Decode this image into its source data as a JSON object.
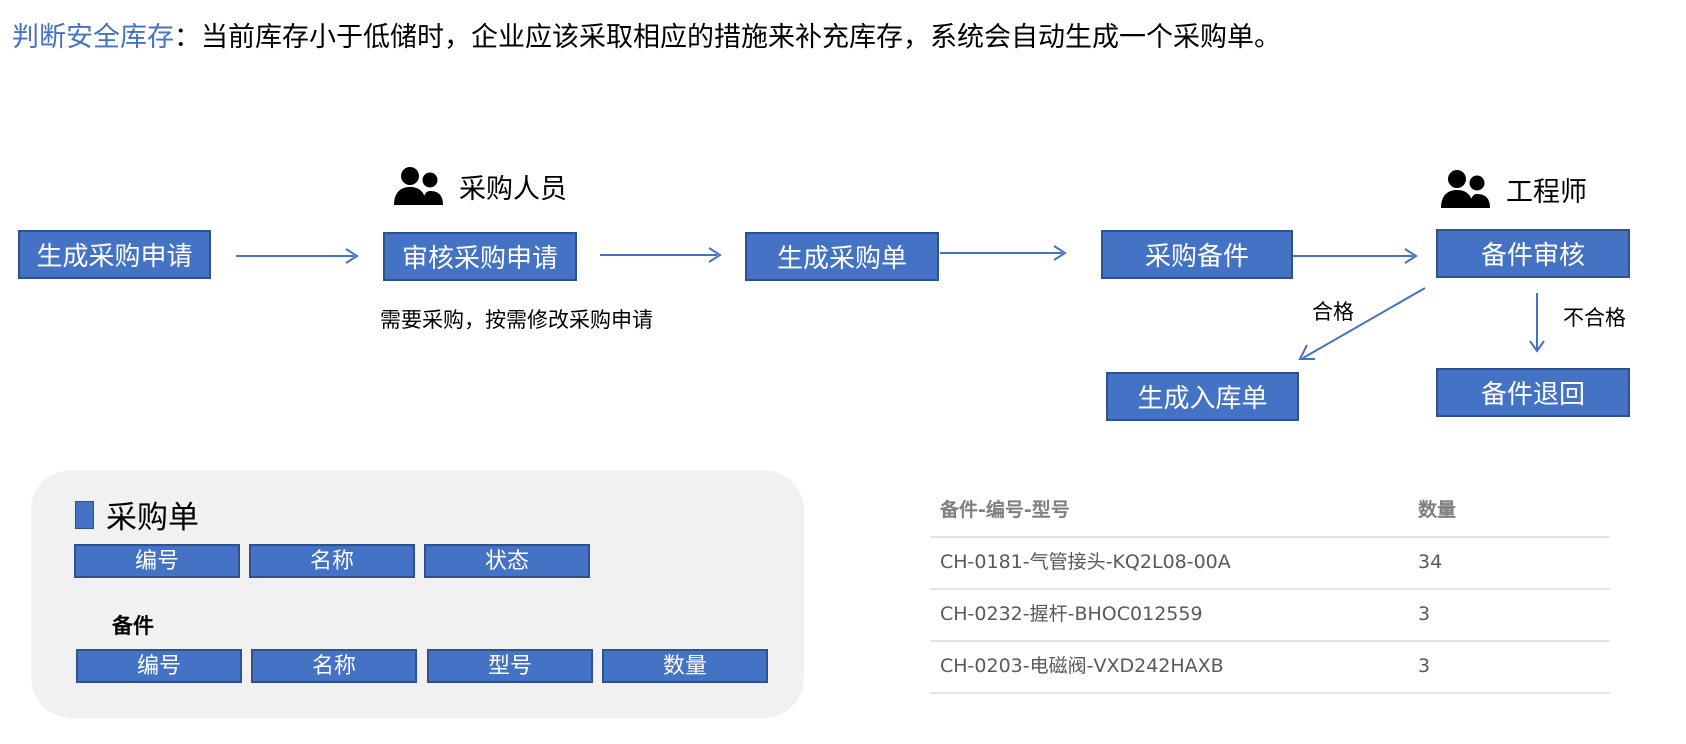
{
  "heading": {
    "lead": "判断安全库存",
    "description": "：当前库存小于低储时，企业应该采取相应的措施来补充库存，系统会自动生成一个采购单。"
  },
  "roles": {
    "purchaser": "采购人员",
    "engineer": "工程师"
  },
  "flow": {
    "generate_request": "生成采购申请",
    "review_request": "审核采购申请",
    "generate_order": "生成采购单",
    "purchase_parts": "采购备件",
    "parts_review": "备件审核",
    "generate_inbound": "生成入库单",
    "parts_return": "备件退回"
  },
  "notes": {
    "review_note": "需要采购，按需修改采购申请",
    "pass": "合格",
    "fail": "不合格"
  },
  "purchase_order_card": {
    "title": "采购单",
    "order_fields": [
      "编号",
      "名称",
      "状态"
    ],
    "parts_heading": "备件",
    "parts_fields": [
      "编号",
      "名称",
      "型号",
      "数量"
    ]
  },
  "parts_table": {
    "headers": [
      "备件-编号-型号",
      "数量"
    ],
    "rows": [
      [
        "CH-0181-气管接头-KQ2L08-00A",
        "34"
      ],
      [
        "CH-0232-握杆-BHOC012559",
        "3"
      ],
      [
        "CH-0203-电磁阀-VXD242HAXB",
        "3"
      ]
    ]
  },
  "colors": {
    "accent": "#4472c4",
    "box_border": "#2f528f",
    "card_background": "#f1f1f1",
    "table_text": "#595959"
  }
}
